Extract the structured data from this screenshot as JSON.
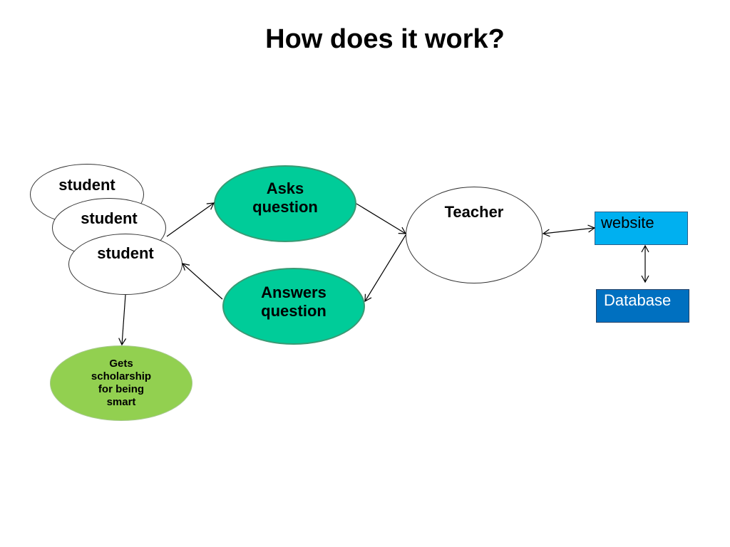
{
  "slide": {
    "title": "How does it work?"
  },
  "students": [
    {
      "label": "student"
    },
    {
      "label": "student"
    },
    {
      "label": "student"
    }
  ],
  "asks_question": {
    "label": "Asks\nquestion"
  },
  "answers_question": {
    "label": "Answers\nquestion"
  },
  "teacher": {
    "label": "Teacher"
  },
  "scholarship": {
    "label": "Gets\nscholarship\nfor being\nsmart"
  },
  "website": {
    "label": "website"
  },
  "database": {
    "label": "Database"
  },
  "colors": {
    "asks_fill": "#00cc99",
    "answers_fill": "#00cc99",
    "scholarship_fill": "#92d050",
    "website_fill": "#00b0f0",
    "database_fill": "#0070c0"
  }
}
